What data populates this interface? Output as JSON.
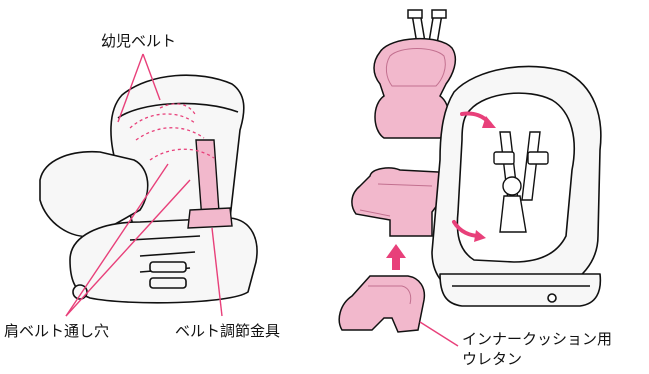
{
  "labels": {
    "infant_belt": "幼児ベルト",
    "shoulder_belt_hole": "肩ベルト通し穴",
    "belt_adjuster": "ベルト調節金具",
    "inner_cushion_line1": "インナークッション用",
    "inner_cushion_line2": "ウレタン"
  },
  "colors": {
    "outline": "#111111",
    "cushion_pink": "#f2b8cc",
    "accent_pink": "#e8407a",
    "seat_fill": "#f7f7f7"
  }
}
